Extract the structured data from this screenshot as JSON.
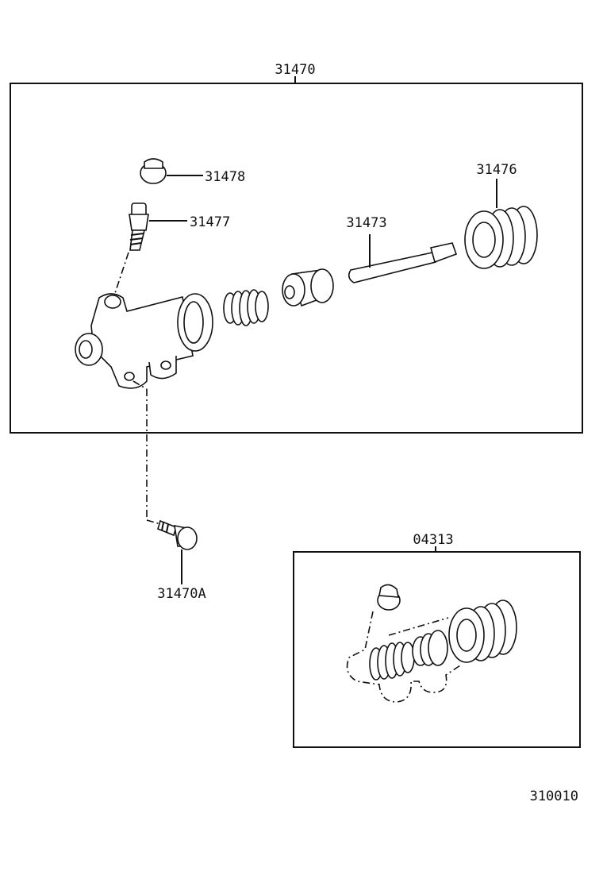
{
  "labels": {
    "assembly": "31470",
    "cap": "31478",
    "bleeder": "31477",
    "pushrod": "31473",
    "boot": "31476",
    "bolt": "31470A",
    "kit": "04313",
    "diagram_no": "310010"
  }
}
